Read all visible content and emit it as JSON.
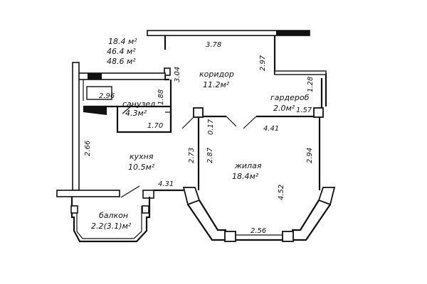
{
  "totals": [
    "18.4 м²",
    "46.4 м²",
    "48.6 м²"
  ],
  "rooms": {
    "corridor": {
      "name": "коридор",
      "area": "11.2м²"
    },
    "bath": {
      "name": "санузел",
      "area": "4.3м²"
    },
    "wardrobe": {
      "name": "гардероб",
      "area": "2.0м²"
    },
    "kitchen": {
      "name": "кухня",
      "area": "10.5м²"
    },
    "living": {
      "name": "жилая",
      "area": "18.4м²"
    },
    "balcony": {
      "name": "балкон",
      "area": "2.2(3.1)м²"
    }
  },
  "dims": {
    "top_width": "3.78",
    "corridor_right": "2.97",
    "corridor_left": "3.04",
    "bath_height": "1.88",
    "bath_width": "2.96",
    "bath_bottom": "1.70",
    "wardrobe_height": "1.28",
    "wardrobe_width": "1.57",
    "door_gap": "0.17",
    "living_top": "4.41",
    "kitchen_height": "2.66",
    "kitchen_right": "2.73",
    "living_left": "2.87",
    "living_right": "2.94",
    "kitchen_width": "4.31",
    "living_height": "4.52",
    "bay_width": "2.56"
  }
}
